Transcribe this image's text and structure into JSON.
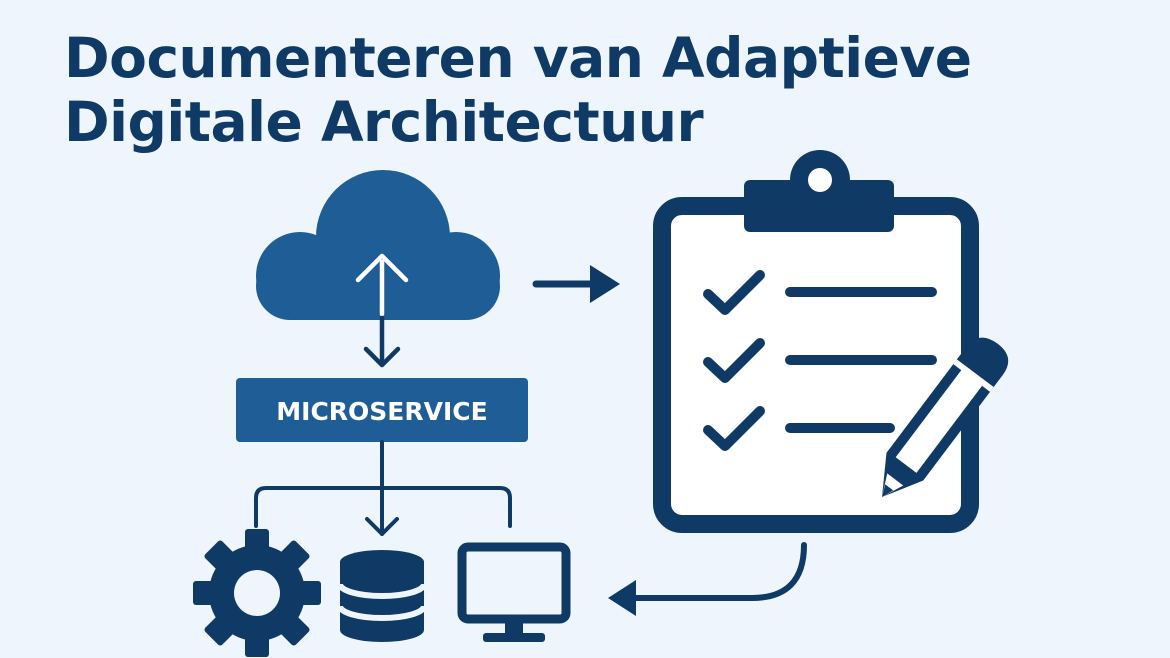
{
  "title": {
    "line1": "Documenteren van Adaptieve",
    "line2": "Digitale Architectuur"
  },
  "nodes": {
    "microservice_label": "MICROSERVICE"
  },
  "icons": [
    "cloud-icon",
    "clipboard-checklist-icon",
    "pencil-icon",
    "gear-icon",
    "database-icon",
    "monitor-icon"
  ],
  "colors": {
    "background": "#eef5fc",
    "primary": "#0f3a66",
    "accent": "#1f5d96",
    "white": "#ffffff"
  }
}
